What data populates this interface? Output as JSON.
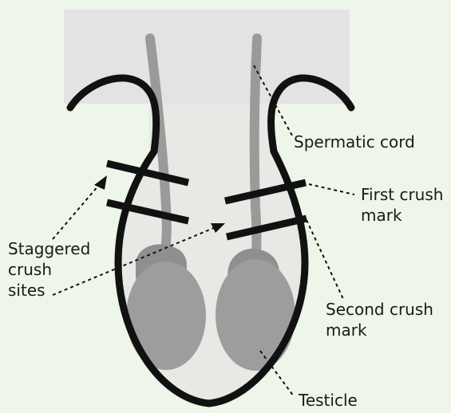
{
  "labels": {
    "spermatic_cord": "Spermatic cord",
    "first_crush_mark_line1": "First crush",
    "first_crush_mark_line2": "mark",
    "second_crush_mark_line1": "Second crush",
    "second_crush_mark_line2": "mark",
    "staggered_line1": "Staggered",
    "staggered_line2": "crush",
    "staggered_line3": "sites",
    "testicle": "Testicle"
  },
  "colors": {
    "background": "#eef5e9",
    "backdrop": "#e3e3e3",
    "scrotum_fill": "#e7e9e5",
    "cord": "#9a9a9a",
    "testicle": "#9d9d9d",
    "epididymis": "#8f8f8f",
    "outline": "#111111"
  }
}
